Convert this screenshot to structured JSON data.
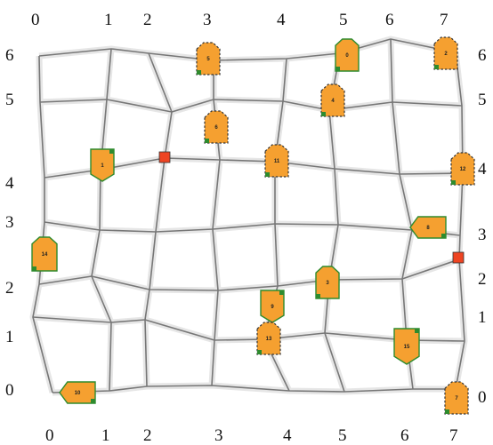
{
  "board": {
    "top_labels": [
      "0",
      "1",
      "2",
      "3",
      "4",
      "5",
      "6",
      "7"
    ],
    "bottom_labels": [
      "0",
      "1",
      "2",
      "3",
      "4",
      "5",
      "6",
      "7"
    ],
    "left_labels": [
      "6",
      "5",
      "4",
      "3",
      "2",
      "1",
      "0"
    ],
    "right_labels": [
      "6",
      "5",
      "4",
      "3",
      "2",
      "1",
      "0"
    ],
    "colors": {
      "grid_line": "#777777",
      "grid_halo": "#e6e6e6",
      "token_fill": "#f5a030",
      "token_border_solid": "#2e8b2e",
      "token_border_dashed": "#333333",
      "token_corner": "#2e8b2e",
      "marker": "#ee4422"
    }
  },
  "tokens": [
    {
      "label": "0",
      "shape": "pentagon-up",
      "border": "solid"
    },
    {
      "label": "1",
      "shape": "pentagon-down",
      "border": "solid"
    },
    {
      "label": "2",
      "shape": "pentagon-up",
      "border": "dashed"
    },
    {
      "label": "3",
      "shape": "pentagon-up",
      "border": "solid"
    },
    {
      "label": "4",
      "shape": "pentagon-up",
      "border": "dashed"
    },
    {
      "label": "5",
      "shape": "pentagon-up",
      "border": "dashed"
    },
    {
      "label": "6",
      "shape": "pentagon-up",
      "border": "dashed"
    },
    {
      "label": "7",
      "shape": "pentagon-up",
      "border": "dashed"
    },
    {
      "label": "8",
      "shape": "pentagon-left",
      "border": "solid"
    },
    {
      "label": "9",
      "shape": "pentagon-down",
      "border": "solid"
    },
    {
      "label": "10",
      "shape": "pentagon-left",
      "border": "solid"
    },
    {
      "label": "11",
      "shape": "pentagon-up",
      "border": "dashed"
    },
    {
      "label": "12",
      "shape": "pentagon-up",
      "border": "dashed"
    },
    {
      "label": "13",
      "shape": "pentagon-up",
      "border": "dashed"
    },
    {
      "label": "14",
      "shape": "pentagon-up",
      "border": "solid"
    },
    {
      "label": "15",
      "shape": "pentagon-down",
      "border": "solid"
    }
  ],
  "markers": [
    {
      "name": "red-marker-a"
    },
    {
      "name": "red-marker-b"
    }
  ]
}
